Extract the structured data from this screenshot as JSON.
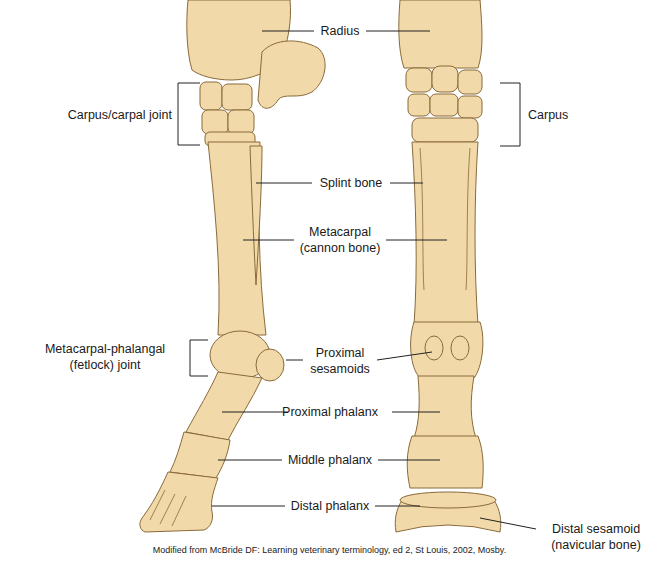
{
  "diagram": {
    "caption": "Modified from McBride DF: Learning veterinary terminology, ed 2, St Louis, 2002, Mosby.",
    "labels": [
      "Radius",
      "Carpus/carpal joint",
      "Splint bone",
      "Metacarpal (cannon bone)",
      "Metacarpal-phalangal (fetlock) joint",
      "Proximal sesamoids",
      "Proximal phalanx",
      "Middle phalanx",
      "Distal phalanx",
      "Carpus",
      "Distal sesamoid (navicular bone)"
    ]
  }
}
